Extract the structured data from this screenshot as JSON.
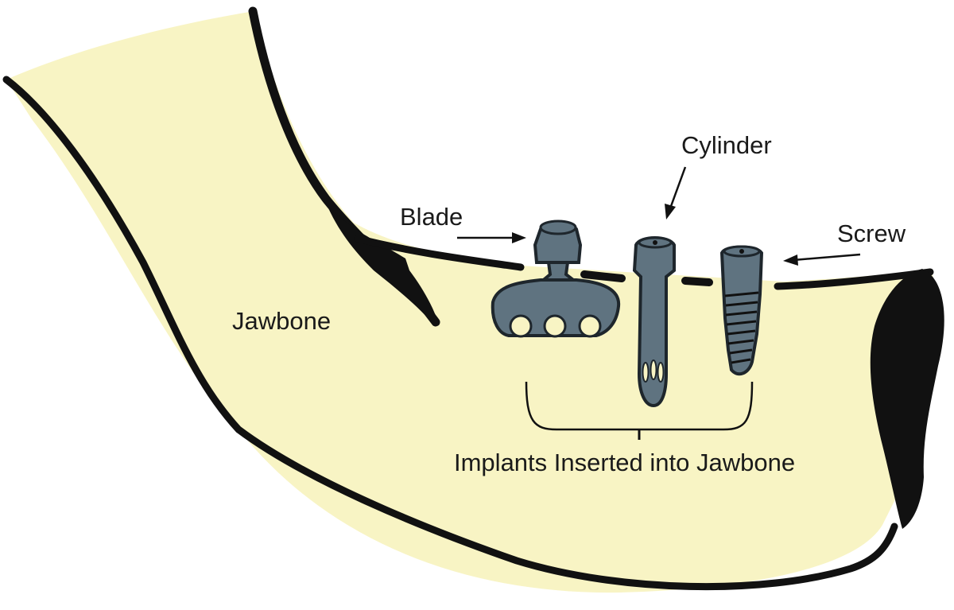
{
  "labels": {
    "jawbone": "Jawbone",
    "blade": "Blade",
    "cylinder": "Cylinder",
    "screw": "Screw",
    "group": "Implants Inserted into Jawbone"
  },
  "colors": {
    "bone": "#f8f4c4",
    "outline": "#111111",
    "implant": "#5f7380",
    "implant_outline": "#1e262c"
  }
}
